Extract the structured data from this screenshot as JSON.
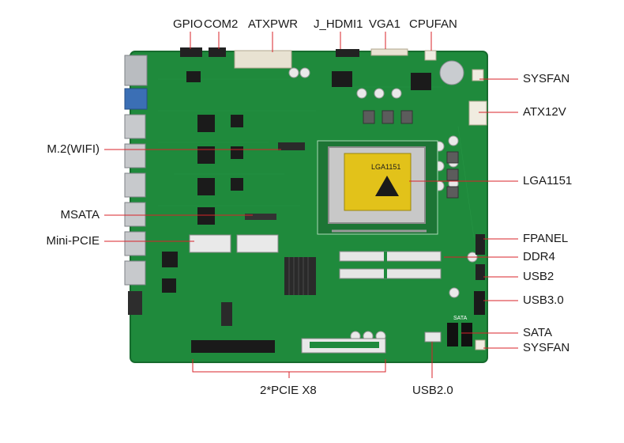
{
  "diagram": {
    "board_colors": {
      "pcb": "#1f8a3c",
      "pcb_edge": "#176b2e",
      "socket": "#c8c8c8",
      "chip_yellow": "#e2c21a",
      "heatsink": "#2a2a2a"
    },
    "socket_text": "LGA1151",
    "board_print_sata": "SATA",
    "labels": {
      "gpio": "GPIO",
      "com2": "COM2",
      "atxpwr": "ATXPWR",
      "j_hdmi1": "J_HDMI1",
      "vga1": "VGA1",
      "cpufan": "CPUFAN",
      "sysfan_top": "SYSFAN",
      "atx12v": "ATX12V",
      "m2_wifi": "M.2(WIFI)",
      "lga1151": "LGA1151",
      "msata": "MSATA",
      "mini_pcie": "Mini-PCIE",
      "fpanel": "FPANEL",
      "ddr4": "DDR4",
      "usb2": "USB2",
      "usb30": "USB3.0",
      "sata": "SATA",
      "sysfan_bottom": "SYSFAN",
      "pcie_x8": "2*PCIE X8",
      "usb20": "USB2.0"
    }
  }
}
